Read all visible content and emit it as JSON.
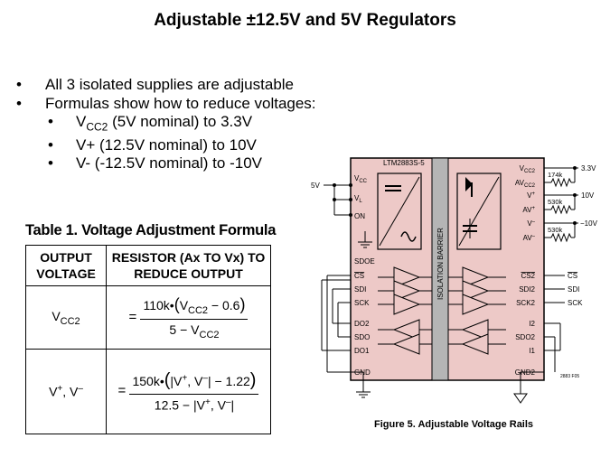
{
  "title": "Adjustable ±12.5V and 5V Regulators",
  "bullets": [
    {
      "text": "All 3 isolated supplies are adjustable"
    },
    {
      "text": "Formulas show how to reduce voltages:"
    }
  ],
  "sub_bullets": [
    {
      "pre": "V",
      "sub": "CC2",
      "post": " (5V nominal) to 3.3V"
    },
    {
      "pre": "V+ (12.5V nominal) to 10V",
      "sub": "",
      "post": ""
    },
    {
      "pre": "V- (-12.5V nominal) to -10V",
      "sub": "",
      "post": ""
    }
  ],
  "table": {
    "caption": "Table 1. Voltage Adjustment Formula",
    "headers": [
      "OUTPUT VOLTAGE",
      "RESISTOR (Ax TO Vx) TO REDUCE OUTPUT"
    ],
    "rows": [
      {
        "label": "VCC2",
        "formula": "= 110k•(VCC2 − 0.6) / (5 − VCC2)"
      },
      {
        "label": "V+, V−",
        "formula": "= 150k•(|V+, V−| − 1.22) / (12.5 − |V+, V−|)"
      }
    ]
  },
  "diagram": {
    "chip_name": "LTM2883S-5",
    "barrier_label": "ISOLATION BARRIER",
    "input_voltage": "5V",
    "left_pins": [
      "VCC",
      "VL",
      "ON",
      "SDOE",
      "CS",
      "SDI",
      "SCK",
      "DO2",
      "SDO",
      "DO1",
      "GND"
    ],
    "right_pins": [
      "VCC2",
      "AVCC2",
      "V+",
      "AV+",
      "V−",
      "AV−",
      "CS2",
      "SDI2",
      "SCK2",
      "I2",
      "SDO2",
      "I1",
      "GND2"
    ],
    "resistors": [
      "174k",
      "530k",
      "530k"
    ],
    "outputs": [
      "3.3V",
      "10V",
      "−10V"
    ],
    "signals": [
      "CS",
      "SDI",
      "SCK"
    ],
    "ref": "2883 F05",
    "figure_caption": "Figure 5. Adjustable Voltage Rails"
  },
  "colors": {
    "chip_fill": "#edc9c7",
    "barrier_fill": "#b5b5b5"
  }
}
